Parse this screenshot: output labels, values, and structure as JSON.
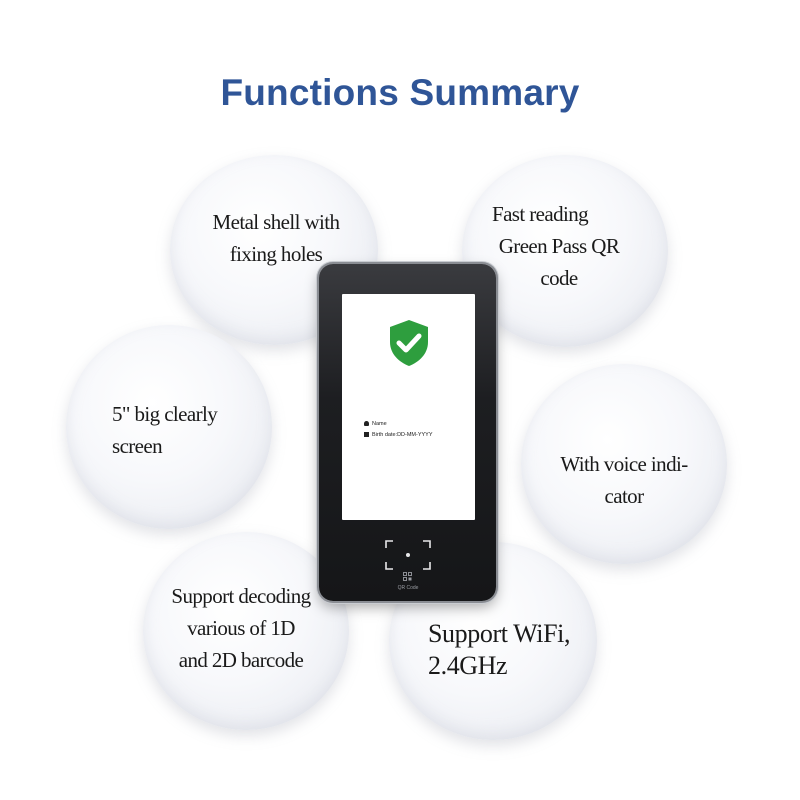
{
  "title": "Functions Summary",
  "features": {
    "metal_shell": [
      "Metal shell with",
      "fixing holes"
    ],
    "green_pass": [
      "Fast reading",
      "Green Pass QR",
      "code"
    ],
    "screen": [
      "5\" big clearly",
      "screen"
    ],
    "voice": [
      "With voice indi-",
      "cator"
    ],
    "barcode": [
      "Support decoding",
      "various of 1D",
      "and 2D barcode"
    ],
    "wifi": [
      "Support WiFi,",
      "2.4GHz"
    ]
  },
  "device": {
    "name_label": "Name",
    "birth_label": "Birth date:DD-MM-YYYY",
    "qr_label": "QR Code",
    "shield_icon": "shield-check-icon",
    "shield_color": "#2e9e3e"
  },
  "colors": {
    "title": "#2f5597"
  }
}
